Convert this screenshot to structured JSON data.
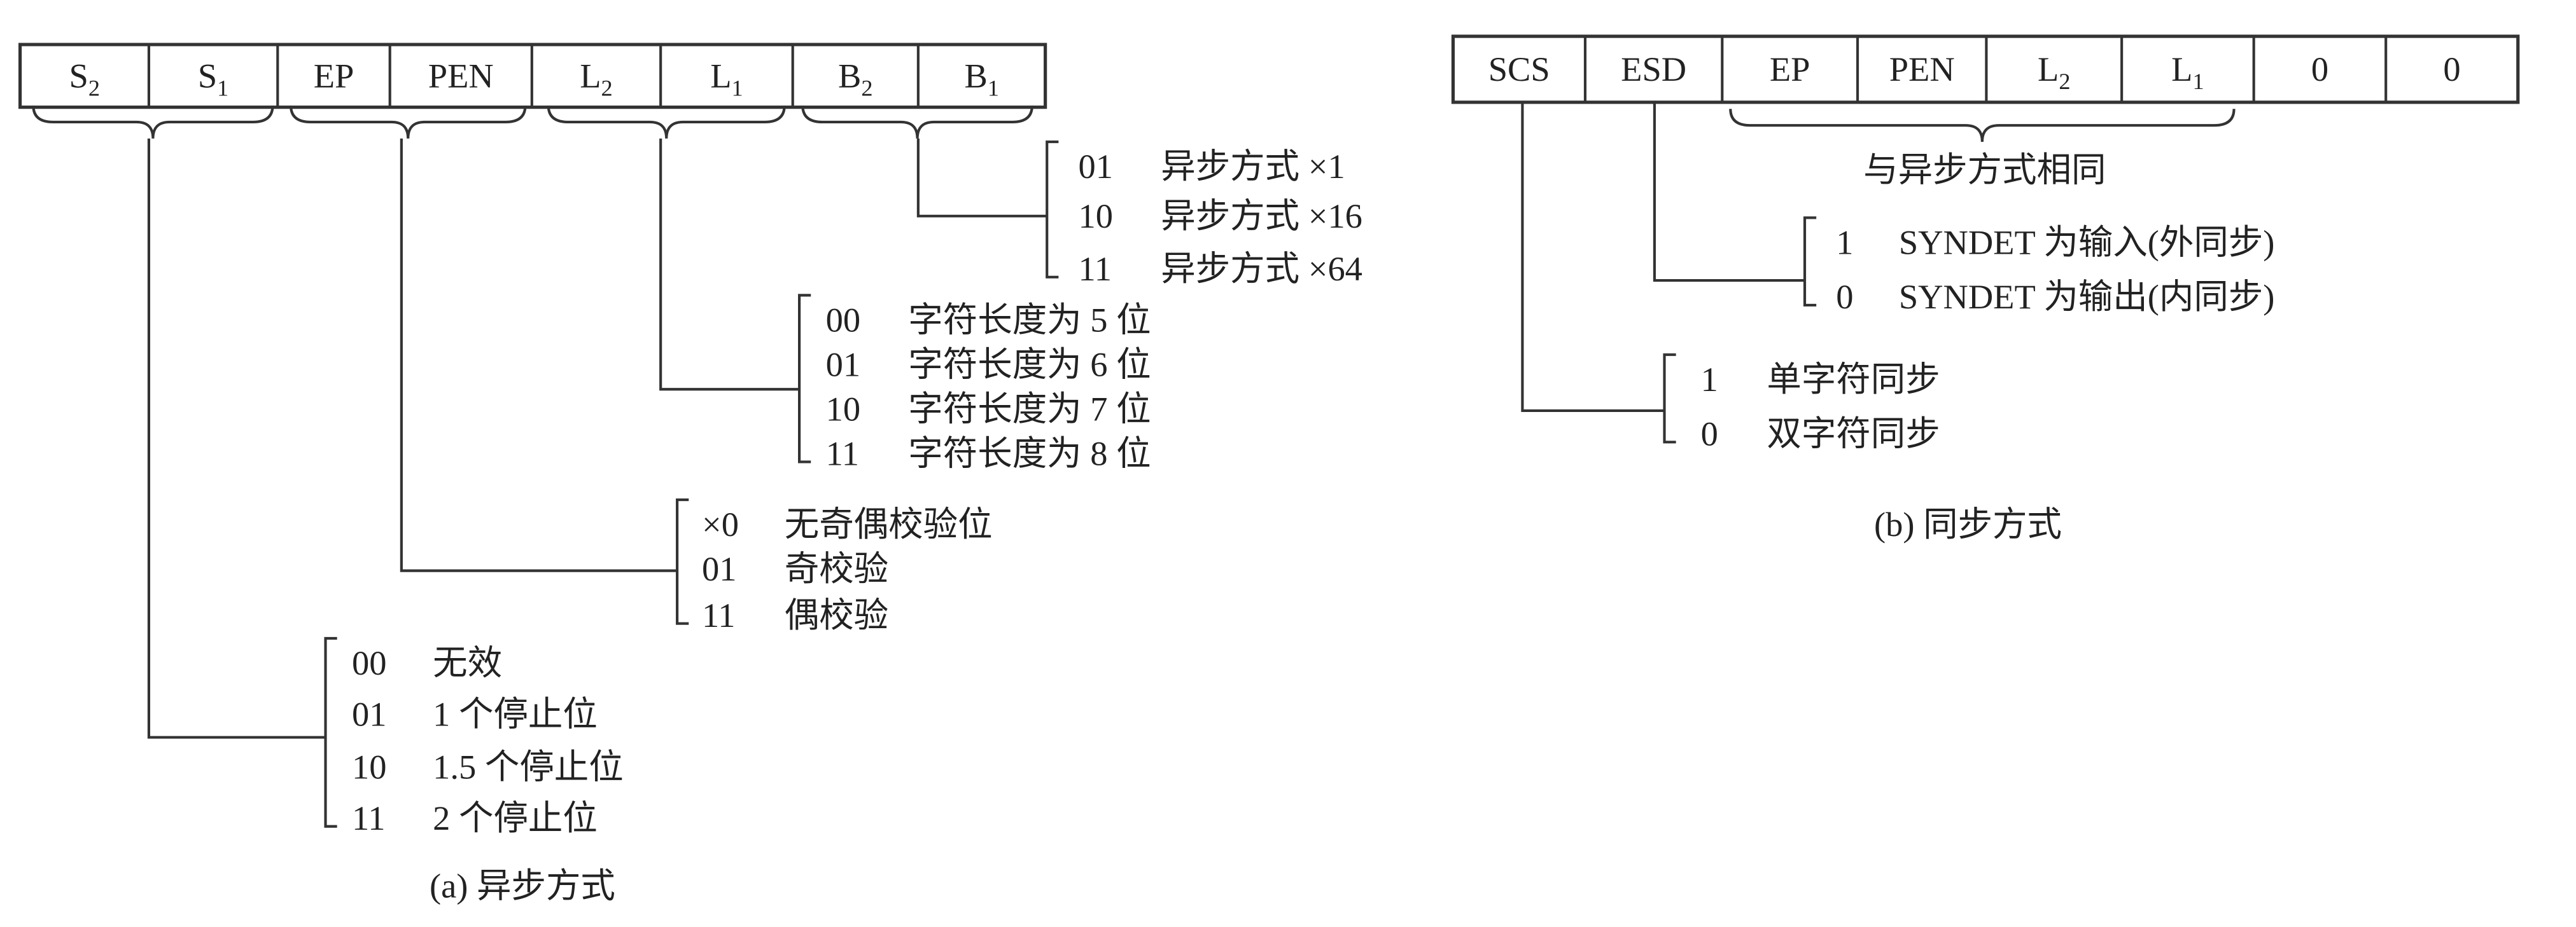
{
  "async": {
    "register": [
      {
        "main": "S",
        "sub": "2"
      },
      {
        "main": "S",
        "sub": "1"
      },
      {
        "main": "EP",
        "sub": ""
      },
      {
        "main": "PEN",
        "sub": ""
      },
      {
        "main": "L",
        "sub": "2"
      },
      {
        "main": "L",
        "sub": "1"
      },
      {
        "main": "B",
        "sub": "2"
      },
      {
        "main": "B",
        "sub": "1"
      }
    ],
    "baud_options": [
      {
        "code": "01",
        "desc": "异步方式 ×1"
      },
      {
        "code": "10",
        "desc": "异步方式 ×16"
      },
      {
        "code": "11",
        "desc": "异步方式 ×64"
      }
    ],
    "length_options": [
      {
        "code": "00",
        "desc": "字符长度为 5 位"
      },
      {
        "code": "01",
        "desc": "字符长度为 6 位"
      },
      {
        "code": "10",
        "desc": "字符长度为 7 位"
      },
      {
        "code": "11",
        "desc": "字符长度为 8 位"
      }
    ],
    "parity_options": [
      {
        "code": "×0",
        "desc": "无奇偶校验位"
      },
      {
        "code": "01",
        "desc": "奇校验"
      },
      {
        "code": "11",
        "desc": "偶校验"
      }
    ],
    "stop_options": [
      {
        "code": "00",
        "desc": "无效"
      },
      {
        "code": "01",
        "desc": "1 个停止位"
      },
      {
        "code": "10",
        "desc": "1.5 个停止位"
      },
      {
        "code": "11",
        "desc": "2 个停止位"
      }
    ],
    "caption": "(a)  异步方式"
  },
  "sync": {
    "register": [
      {
        "main": "SCS",
        "sub": ""
      },
      {
        "main": "ESD",
        "sub": ""
      },
      {
        "main": "EP",
        "sub": ""
      },
      {
        "main": "PEN",
        "sub": ""
      },
      {
        "main": "L",
        "sub": "2"
      },
      {
        "main": "L",
        "sub": "1"
      },
      {
        "main": "0",
        "sub": ""
      },
      {
        "main": "0",
        "sub": ""
      }
    ],
    "same_as_async_label": "与异步方式相同",
    "esd_options": [
      {
        "code": "1",
        "desc": "SYNDET 为输入(外同步)"
      },
      {
        "code": "0",
        "desc": "SYNDET 为输出(内同步)"
      }
    ],
    "scs_options": [
      {
        "code": "1",
        "desc": "单字符同步"
      },
      {
        "code": "0",
        "desc": "双字符同步"
      }
    ],
    "caption": "(b)  同步方式"
  }
}
